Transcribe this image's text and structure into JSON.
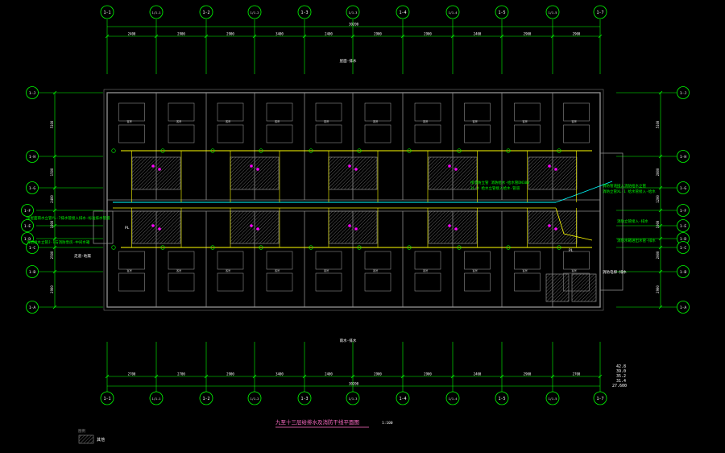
{
  "drawing": {
    "title": "九至十三层给排水及消防干线平面图",
    "scale": "1:100",
    "legend_label": "其他",
    "elevations": [
      "42.8",
      "39.0",
      "35.2",
      "31.4",
      "27.600"
    ],
    "colors": {
      "background": "#000000",
      "axis": "#00ff00",
      "wall": "#8c8c8c",
      "text": "#ffffff",
      "pipe_yellow": "#ffff00",
      "pipe_cyan": "#00ffff",
      "fixture": "#ff00ff",
      "title": "#ff6ec7"
    }
  },
  "grid": {
    "columns": [
      "1-1",
      "1/1-1",
      "1-2",
      "1/1-2",
      "1-3",
      "1/1-3",
      "1-4",
      "1/1-4",
      "1-5",
      "1/1-5",
      "1-7"
    ],
    "rows": [
      "1-J",
      "1-H",
      "1-G",
      "1-F",
      "1-E",
      "1-D",
      "1-C",
      "1-B",
      "1-A"
    ],
    "top_dims": [
      "2400",
      "2900",
      "2900",
      "3400",
      "2400",
      "2900",
      "2900",
      "2400",
      "2900",
      "2900"
    ],
    "top_total": "30200",
    "bottom_dims": [
      "2700",
      "2700",
      "2900",
      "3400",
      "2400",
      "2900",
      "2900",
      "2400",
      "2900",
      "2700"
    ],
    "bottom_total": "30200",
    "left_dims": [
      "5100",
      "1500",
      "2400",
      "1800",
      "2500",
      "2900"
    ],
    "right_dims": [
      "5100",
      "2800",
      "1200",
      "1000",
      "2000",
      "2900"
    ]
  },
  "annotations": {
    "north_label": "屋面-排水",
    "south_label": "雨水-排水",
    "left_note_1": "接屋面雨水立管YL-7排水管接入排水-标准排水管道",
    "left_note_2": "消防给水立管J-1与消防泵房-中间水箱",
    "left_label": "走道-地漏",
    "mid_note_1": "接消防立管 消防给水-给水管DN100",
    "mid_note_2": "JL-4 给水立管接入给水-管道",
    "right_note_1": "消防管道接入消防给水立管",
    "right_note_2": "消防立管XL-1 给水管接入-给水",
    "right_note_3": "消防立管接入-排水",
    "right_note_4": "消防水箱进出水管-排水",
    "equipment_label": "消防电梯-排水",
    "vent_label": "PL",
    "room_label": "客房"
  }
}
